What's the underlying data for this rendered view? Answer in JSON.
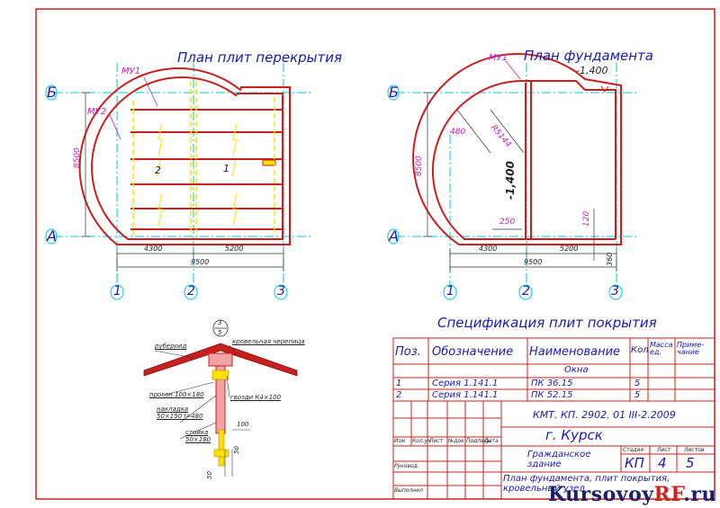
{
  "plan_slabs": {
    "title": "План плит перекрытия",
    "mark_mu1": "МУ1",
    "mark_mu2": "МУ2",
    "axis_b": "Б",
    "axis_a": "А",
    "dim_8500": "8500",
    "dim_4300": "4300",
    "dim_5200": "5200",
    "dim_9500": "9500",
    "slab_1": "1",
    "slab_2": "2",
    "axis_1": "1",
    "axis_2": "2",
    "axis_3": "3"
  },
  "plan_foundation": {
    "title": "План фундамента",
    "mark_mu1": "МУ1",
    "level_top": "-1,400",
    "level_mid": "-1,400",
    "axis_b": "Б",
    "axis_a": "А",
    "dim_8500": "8500",
    "dim_480": "480",
    "dim_r5144": "R5144",
    "dim_250": "250",
    "dim_120": "120",
    "dim_4300": "4300",
    "dim_5200": "5200",
    "dim_9500": "9500",
    "dim_360": "360",
    "axis_1": "1",
    "axis_2": "2",
    "axis_3": "3"
  },
  "node": {
    "ref_top": "3",
    "ref_bottom": "5",
    "roofing": "рубероид",
    "ridge_cover": "кровельная черепица",
    "purlin": "прогон 100×180",
    "nails": "гвозди К4×100",
    "lining": "накладка 50×150 l=480",
    "post": "стойка 50×180",
    "dim_100": "100",
    "dim_50a": "50",
    "dim_50b": "50"
  },
  "spec": {
    "title": "Спецификация плит покрытия",
    "headers": [
      "Поз.",
      "Обозначение",
      "Наименование",
      "Кол.",
      "Масса ед.",
      "Приме-чание"
    ],
    "subhead": "Окна",
    "rows": [
      {
        "pos": "1",
        "doc": "Серия 1.141.1",
        "name": "ПК 36.15",
        "qty": "5"
      },
      {
        "pos": "2",
        "doc": "Серия 1.141.1",
        "name": "ПК 52.15",
        "qty": "5"
      }
    ]
  },
  "stamp": {
    "code": "КМТ. КП. 2902. 01 III-2.2009",
    "city": "г. Курск",
    "building": "Гражданское здание",
    "sheet_title": "План фундамента, плит покрытия, кровельный узел",
    "col_headers": [
      "Изм",
      "Кол.уч",
      "Лист",
      "№док",
      "Подпись",
      "Дата"
    ],
    "roles": [
      "Руковод.",
      "Выполнил"
    ],
    "stage_label": "Стадия",
    "sheet_label": "Лист",
    "sheets_label": "Листов",
    "stage": "КП",
    "sheet": "4",
    "sheets": "5"
  },
  "watermark": {
    "a": "Kursovoy",
    "b": "RF",
    "c": ".ru"
  },
  "colors": {
    "wall": "#c8201f",
    "axis": "#00c8dc",
    "slab": "#ffe000",
    "text": "#1a1aa8",
    "dim": "#c020c0",
    "frame": "#c8201f"
  }
}
